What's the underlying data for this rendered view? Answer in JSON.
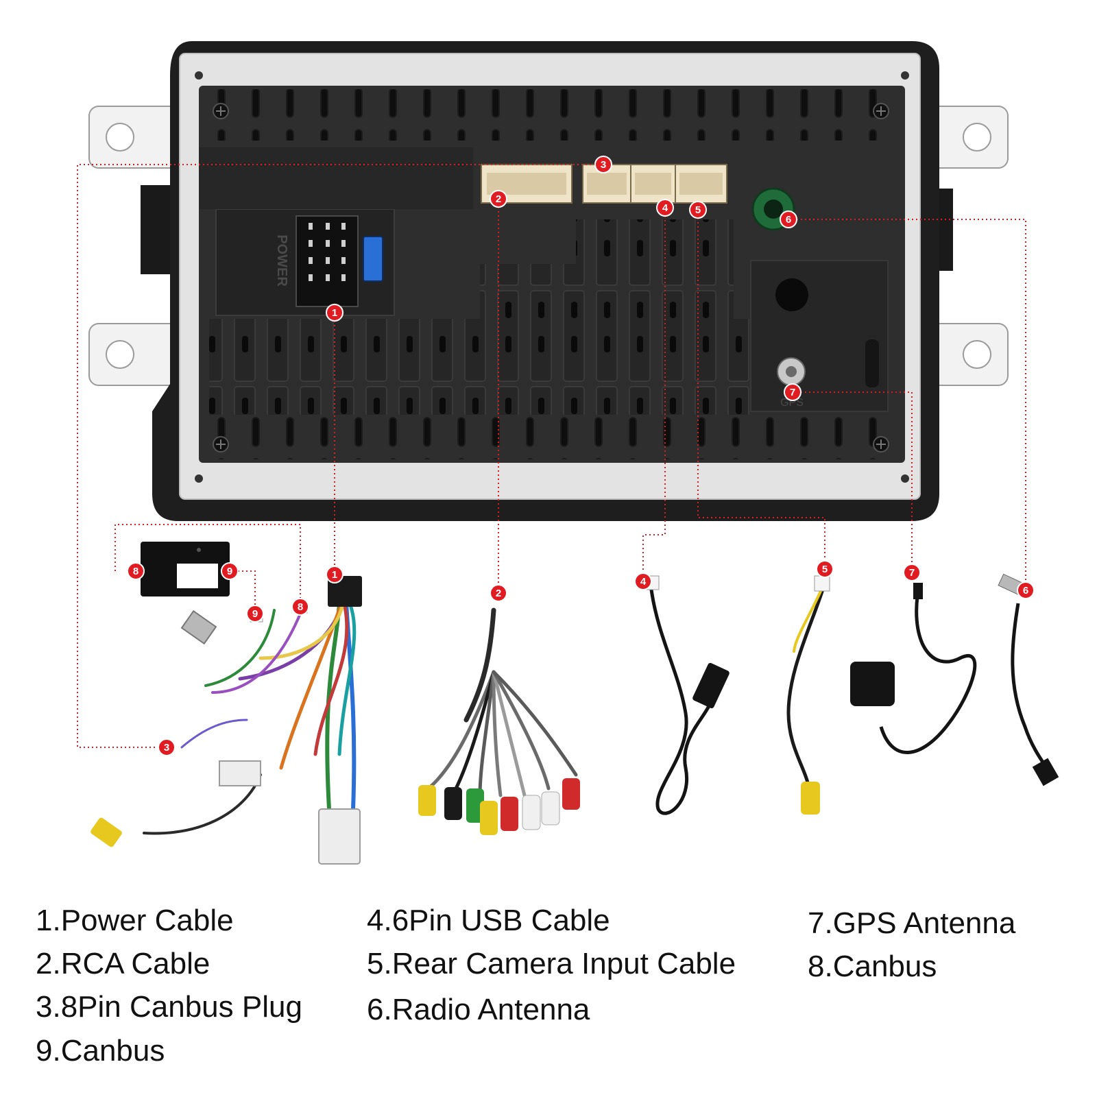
{
  "unit": {
    "power_connector_label": "POWER",
    "gps_port_label": "GPS"
  },
  "markers": [
    "1",
    "2",
    "3",
    "4",
    "5",
    "6",
    "7",
    "8",
    "9"
  ],
  "legend": {
    "col1": [
      "1.Power Cable",
      "2.RCA Cable",
      "3.8Pin Canbus Plug",
      "9.Canbus"
    ],
    "col2": [
      "4.6Pin USB Cable",
      "5.Rear Camera Input Cable",
      "6.Radio Antenna"
    ],
    "col3": [
      "7.GPS Antenna",
      "8.Canbus"
    ]
  },
  "colors": {
    "marker": "#e01b22",
    "leader_line": "#e01b22",
    "unit_body": "#2b2b2b",
    "frame": "#dcdcdc",
    "connector": "#e9dcc2"
  }
}
